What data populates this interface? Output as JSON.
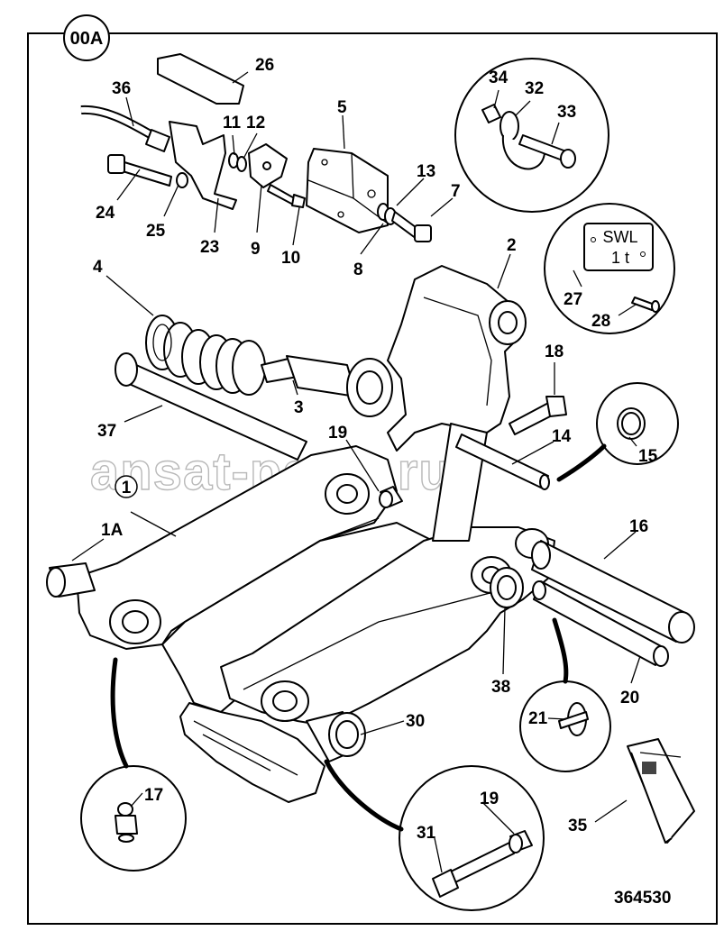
{
  "diagram": {
    "badge": "00A",
    "drawing_number": "364530",
    "watermark": "ansat-parts.ru",
    "plate_text_line1": "SWL",
    "plate_text_line2": "1 t",
    "labels": {
      "l1": "1",
      "l1a": "1A",
      "l2": "2",
      "l3": "3",
      "l4": "4",
      "l5": "5",
      "l7": "7",
      "l8": "8",
      "l9": "9",
      "l10": "10",
      "l11": "11",
      "l12": "12",
      "l13": "13",
      "l14": "14",
      "l15": "15",
      "l16": "16",
      "l17": "17",
      "l18": "18",
      "l19a": "19",
      "l19b": "19",
      "l20": "20",
      "l21": "21",
      "l23": "23",
      "l24": "24",
      "l25": "25",
      "l26": "26",
      "l27": "27",
      "l28": "28",
      "l30": "30",
      "l31": "31",
      "l32": "32",
      "l33": "33",
      "l34": "34",
      "l35": "35",
      "l36": "36",
      "l37": "37",
      "l38": "38"
    }
  }
}
